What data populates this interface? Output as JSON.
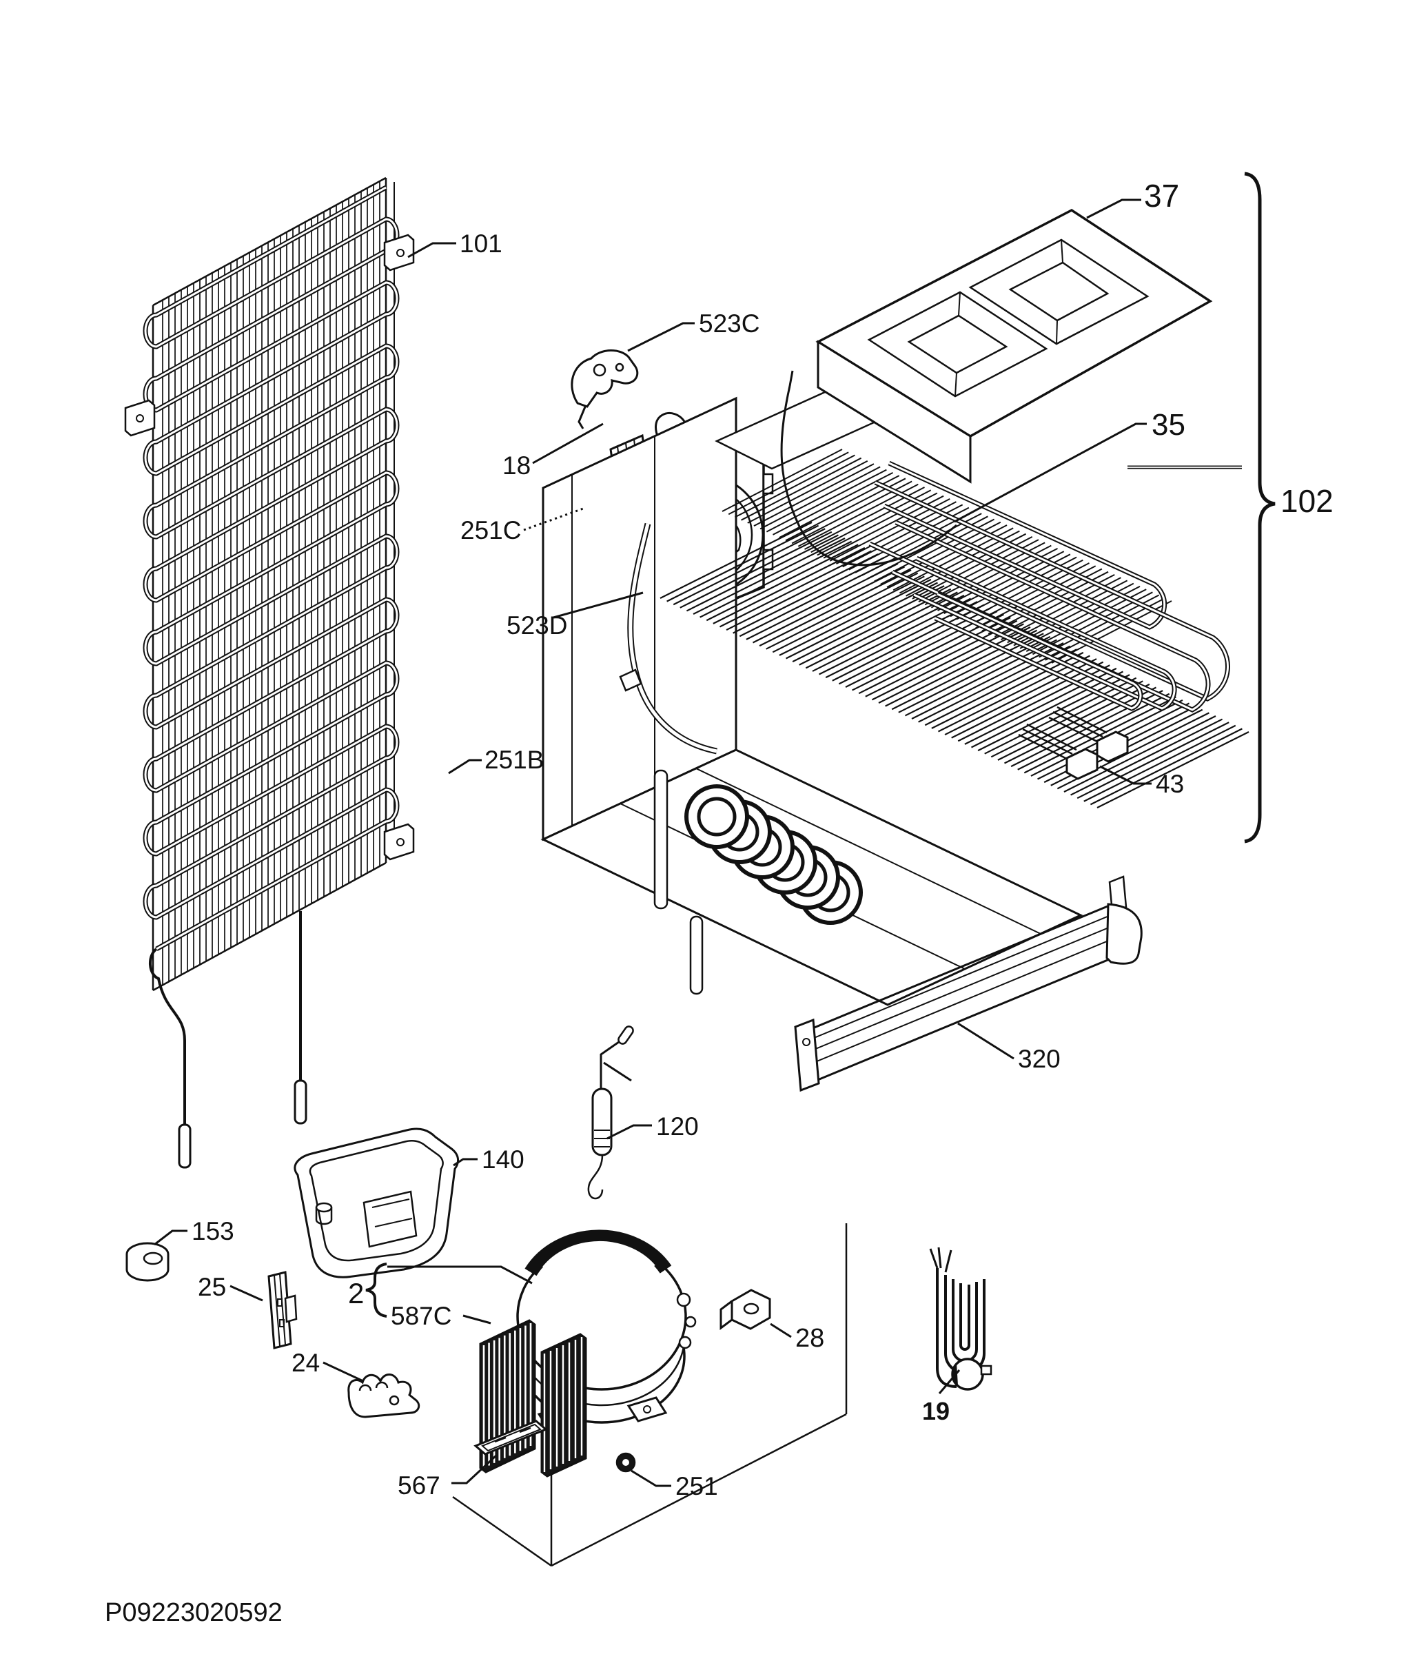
{
  "page": {
    "background": "#ffffff",
    "ink": "#111111"
  },
  "footer": {
    "code": "P09223020592"
  },
  "diagram": {
    "type": "exploded-parts-diagram",
    "subject": "refrigeration unit: condenser, evaporator, fan and compressor",
    "parts": [
      {
        "ref": "101",
        "name": "condenser-mounting-bracket"
      },
      {
        "ref": "523C",
        "name": "fan-motor-bracket"
      },
      {
        "ref": "18",
        "name": "fan-motor-with-blade"
      },
      {
        "ref": "251C",
        "name": "fan-coupling-gear"
      },
      {
        "ref": "523D",
        "name": "fan-shroud-panel"
      },
      {
        "ref": "251B",
        "name": "fixing-clip"
      },
      {
        "ref": "37",
        "name": "evaporator-cover"
      },
      {
        "ref": "35",
        "name": "sensor-tube"
      },
      {
        "ref": "102",
        "name": "evaporator-unit-assembly"
      },
      {
        "ref": "43",
        "name": "cable-connectors"
      },
      {
        "ref": "320",
        "name": "mounting-rail"
      },
      {
        "ref": "120",
        "name": "thermostat-probe"
      },
      {
        "ref": "140",
        "name": "drain-tray"
      },
      {
        "ref": "153",
        "name": "grommet-bushing"
      },
      {
        "ref": "25",
        "name": "spacer-strip"
      },
      {
        "ref": "2",
        "name": "compressor-group"
      },
      {
        "ref": "587C",
        "name": "compressor-start-device"
      },
      {
        "ref": "24",
        "name": "tube-clamp"
      },
      {
        "ref": "28",
        "name": "support-bracket"
      },
      {
        "ref": "567",
        "name": "fixing-plate"
      },
      {
        "ref": "251",
        "name": "mounting-grommet"
      },
      {
        "ref": "19",
        "name": "power-supply-cord"
      }
    ]
  }
}
